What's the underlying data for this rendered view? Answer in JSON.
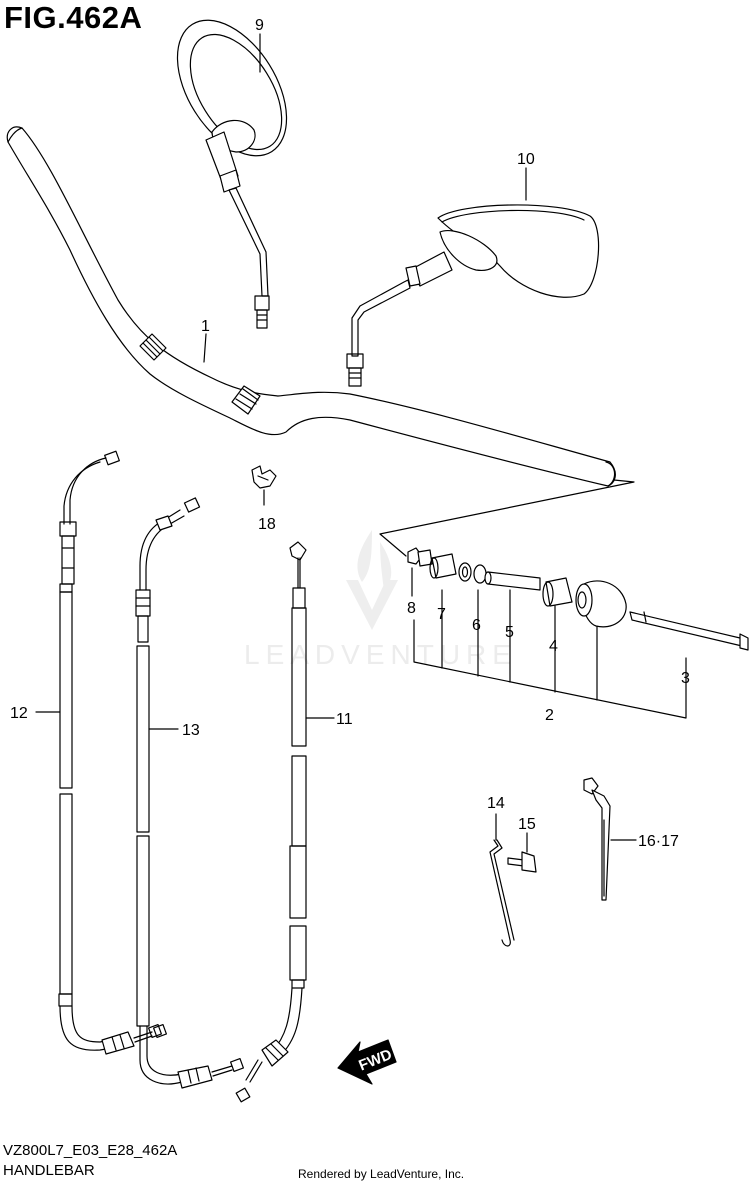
{
  "figure": {
    "title": "FIG.462A"
  },
  "footer": {
    "model_code": "VZ800L7_E03_E28_462A",
    "section": "HANDLEBAR",
    "credit": "Rendered by LeadVenture, Inc."
  },
  "watermark": {
    "text": "LEADVENTURE"
  },
  "direction_arrow": {
    "text": "FWD"
  },
  "callouts": {
    "c1": "1",
    "c2": "2",
    "c3": "3",
    "c4": "4",
    "c5": "5",
    "c6": "6",
    "c7": "7",
    "c8": "8",
    "c9": "9",
    "c10": "10",
    "c11": "11",
    "c12": "12",
    "c13": "13",
    "c14": "14",
    "c15": "15",
    "c16_17": "16·17",
    "c18": "18"
  }
}
